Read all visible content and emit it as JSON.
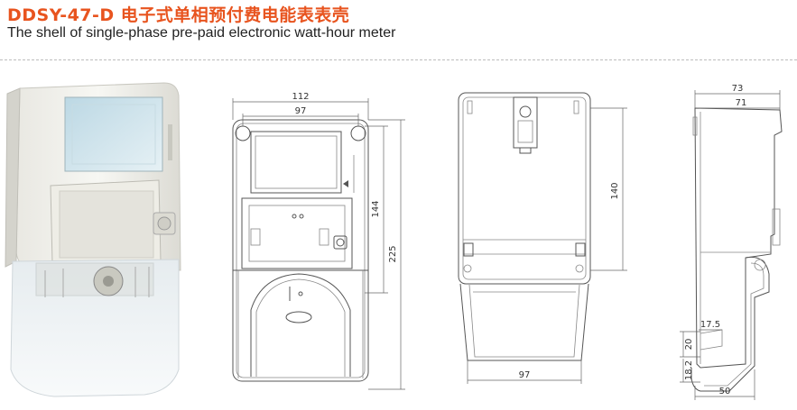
{
  "header": {
    "title_cn": "DDSY-47-D 电子式单相预付费电能表表壳",
    "title_en": "The shell of single-phase pre-paid electronic watt-hour meter"
  },
  "dimensions": {
    "front_width_outer": "112",
    "front_width_inner": "97",
    "front_height_upper": "144",
    "front_height_total": "225",
    "back_height": "140",
    "back_width": "97",
    "side_depth_outer": "73",
    "side_depth_inner": "71",
    "side_lip": "17.5",
    "side_v1": "20",
    "side_v2": "18.2",
    "side_base": "50"
  }
}
